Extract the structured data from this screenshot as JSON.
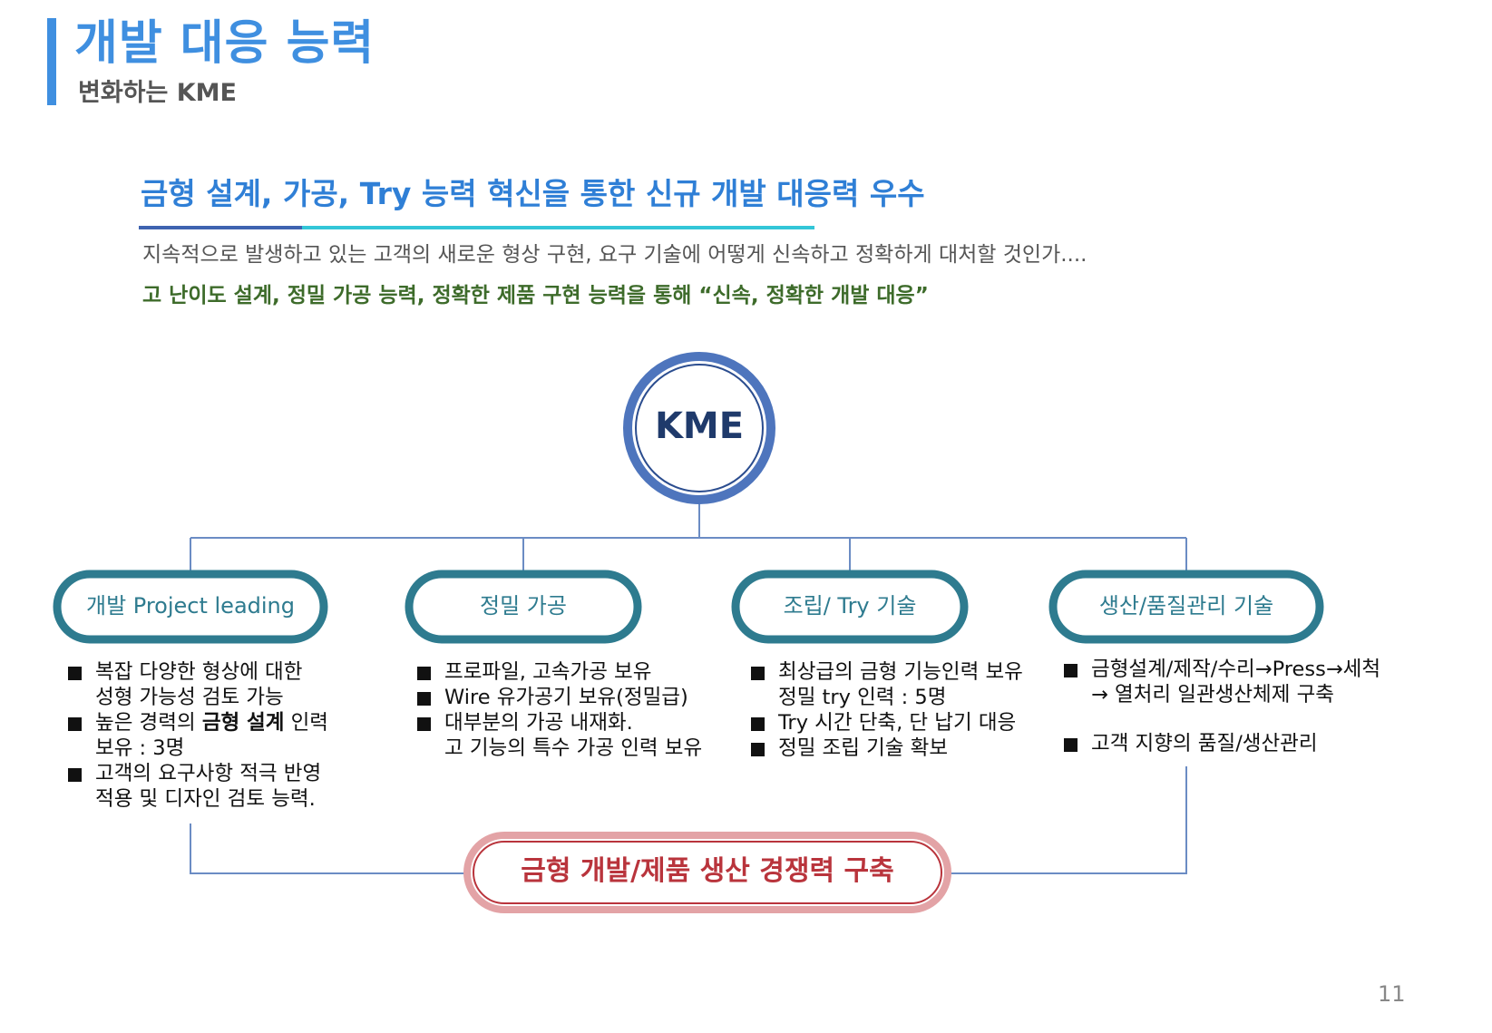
{
  "header": {
    "title": "개발 대응 능력",
    "subtitle": "변화하는 KME"
  },
  "headline": "금형 설계, 가공, Try 능력 혁신을 통한 신규 개발 대응력 우수",
  "description": "지속적으로 발생하고 있는 고객의 새로운 형상 구현, 요구 기술에 어떻게 신속하고 정확하게 대처할 것인가....",
  "emphasis": "고 난이도 설계, 정밀 가공 능력, 정확한 제품 구현 능력을 통해 “신속, 정확한 개발 대응”",
  "center": {
    "label": "KME"
  },
  "capabilities": [
    {
      "title": "개발 Project leading",
      "bullets": [
        {
          "lines": [
            "복잡 다양한 형상에 대한",
            "성형 가능성 검토 가능"
          ]
        },
        {
          "lines": [
            "보유 : 3명"
          ],
          "prefix": "높은 경력의 ",
          "bold": "금형 설계",
          "suffix": " 인력"
        },
        {
          "lines": [
            "고객의 요구사항 적극 반영",
            "적용 및 디자인 검토 능력."
          ]
        }
      ]
    },
    {
      "title": "정밀 가공",
      "bullets": [
        {
          "lines": [
            "프로파일, 고속가공 보유"
          ]
        },
        {
          "lines": [
            "Wire 유가공기 보유(정밀급)"
          ]
        },
        {
          "lines": [
            "대부분의 가공 내재화.",
            "고 기능의 특수 가공 인력 보유"
          ]
        }
      ]
    },
    {
      "title": "조립/ Try 기술",
      "bullets": [
        {
          "lines": [
            "최상급의 금형 기능인력 보유",
            "정밀 try 인력 : 5명"
          ]
        },
        {
          "lines": [
            "Try 시간 단축, 단 납기 대응"
          ]
        },
        {
          "lines": [
            "정밀 조립 기술 확보"
          ]
        }
      ]
    },
    {
      "title": "생산/품질관리 기술",
      "bullets": [
        {
          "lines": [
            "금형설계/제작/수리→Press→세척",
            "→ 열처리 일관생산체제 구축"
          ]
        },
        {
          "lines": [
            "고객 지향의 품질/생산관리"
          ]
        }
      ]
    }
  ],
  "goal": "금형 개발/제품 생산 경쟁력 구축",
  "page_number": "11",
  "colors": {
    "accent_blue": "#3f8fe0",
    "navy": "#1f3a6b",
    "teal": "#2e7b8f",
    "green": "#3d6b2a",
    "red": "#b9343c"
  }
}
